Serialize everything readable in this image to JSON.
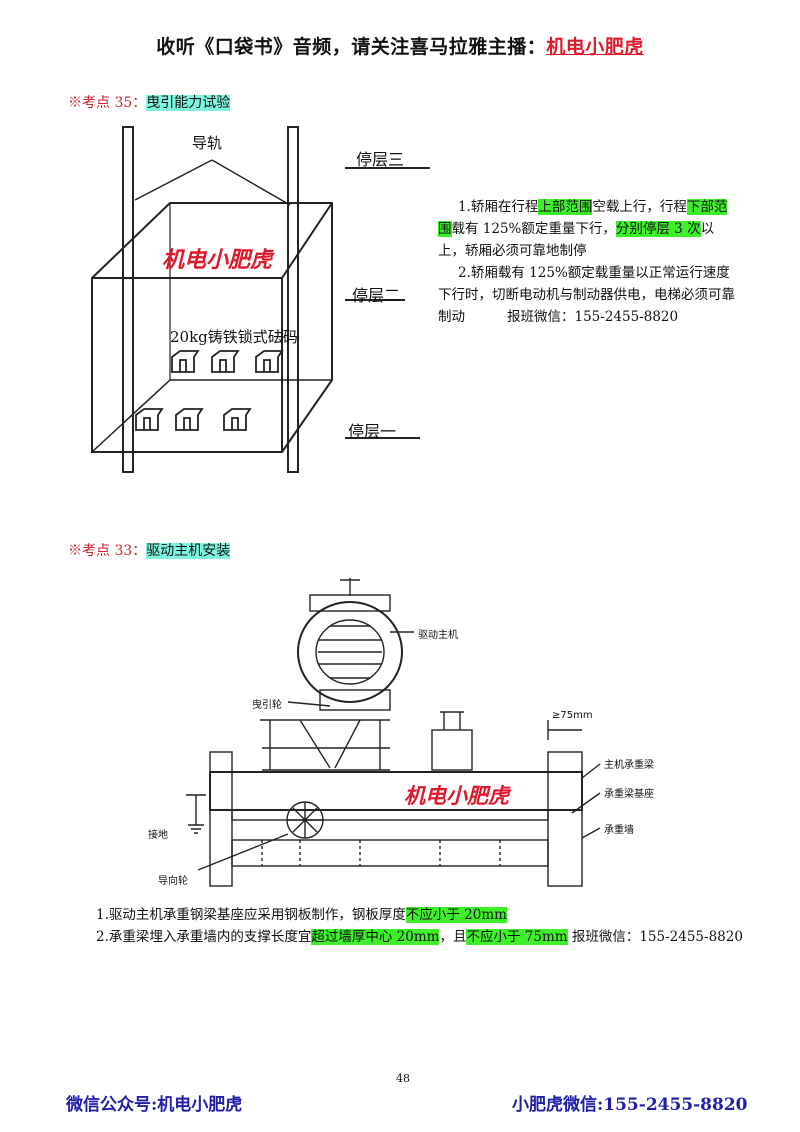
{
  "header": {
    "prefix": "收听《口袋书》音频，请关注喜马拉雅主播：",
    "brand": "机电小肥虎"
  },
  "section1": {
    "mark": "※考点 35：",
    "title": "曳引能力试验",
    "figure": {
      "rail_label": "导轨",
      "stop3": "停层三",
      "stop2": "停层二",
      "stop1": "停层一",
      "watermark": "机电小肥虎",
      "weights_label": "20kg铸铁锁式砝码"
    },
    "p1": {
      "a": "1.轿厢在行程",
      "b": "上部范围",
      "c": "空载上行，行程",
      "d": "下部",
      "e": "范围",
      "f": "载有 125%额定重量下行，",
      "g": "分别停层 3 次",
      "h": "以上，轿厢必须可靠地制停"
    },
    "p2": {
      "a": "2.轿厢载有 125%额定载重量以正常运行速度下行时，切断电动机与制动器供电，电梯必须可靠制动",
      "b": "报班微信：155-2455-8820"
    }
  },
  "section2": {
    "mark": "※考点 33：",
    "title": "驱动主机安装",
    "figure": {
      "drive_machine": "驱动主机",
      "traction_wheel": "曳引轮",
      "gap": "≥75mm",
      "main_beam": "主机承重梁",
      "beam_base": "承重梁基座",
      "bearing_wall": "承重墙",
      "ground": "接地",
      "guide_wheel": "导向轮",
      "watermark": "机电小肥虎"
    },
    "p1": {
      "a": "1.驱动主机承重钢梁基座应采用钢板制作，钢板厚度",
      "b": "不应小于 20mm"
    },
    "p2": {
      "a": "2.承重梁埋入承重墙内的支撑长度宜",
      "b": "超过墙厚中心 20mm",
      "c": "，且",
      "d": "不应小于 75mm",
      "e": " 报班微信：155-2455-8820"
    }
  },
  "page_number": "48",
  "footer": {
    "left": "微信公众号:机电小肥虎",
    "right": "小肥虎微信:155-2455-8820"
  }
}
